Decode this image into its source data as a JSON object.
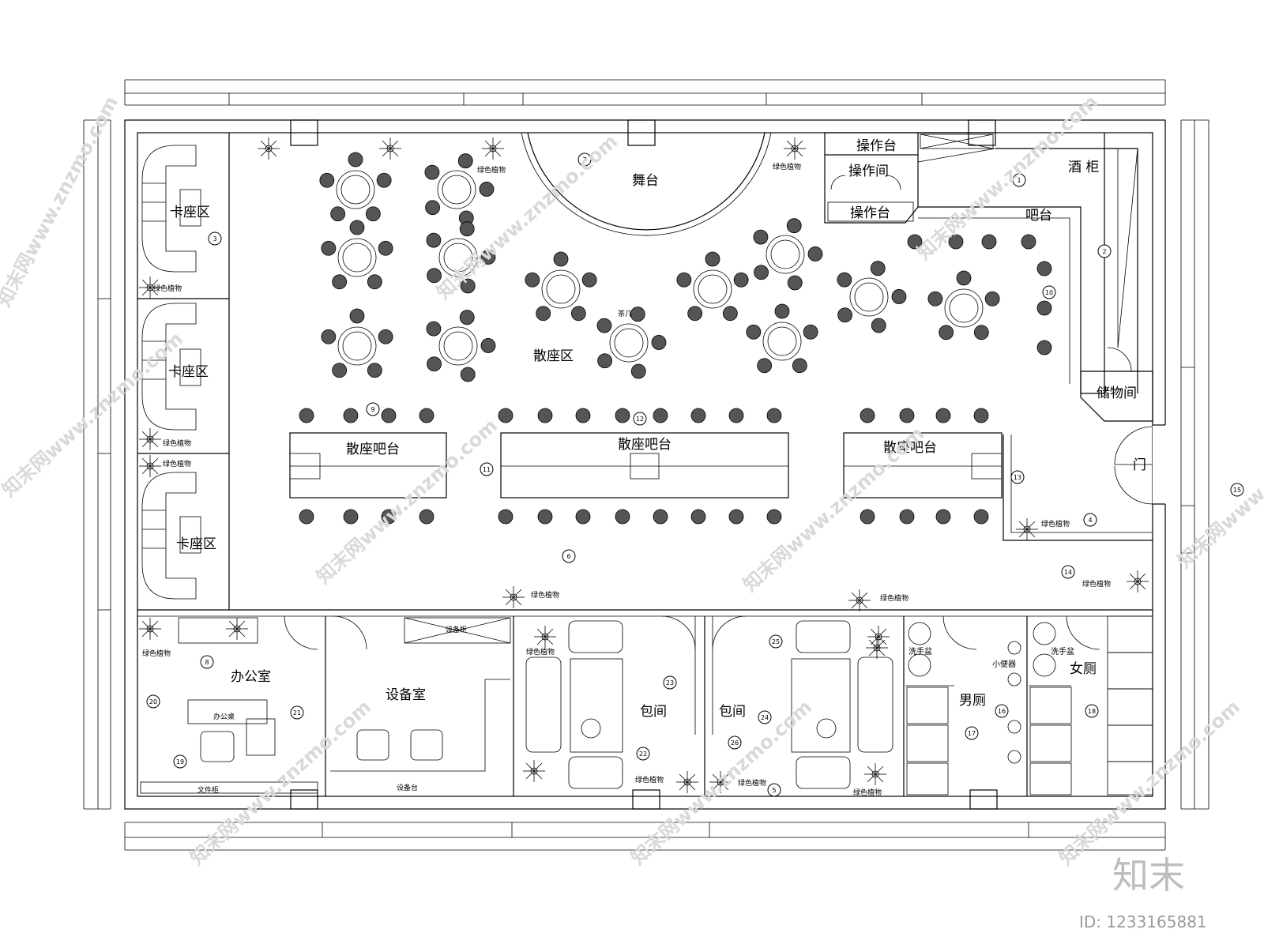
{
  "rooms": {
    "booth": "卡座区",
    "stage": "舞台",
    "operation_counter": "操作台",
    "operation_room": "操作间",
    "wine_cabinet": "酒  柜",
    "bar_counter": "吧台",
    "storage": "储物间",
    "seating_area": "散座区",
    "seating_bar": "散座吧台",
    "door": "门",
    "office": "办公室",
    "equipment_room": "设备室",
    "equipment_counter": "设备台",
    "private_room": "包间",
    "mens_toilet": "男厕",
    "womens_toilet": "女厕",
    "sink": "洗手盆",
    "urinal": "小便器",
    "plant": "绿色植物",
    "office_desk": "办公桌",
    "tea_table": "茶几",
    "file_cabinet": "文件柜",
    "equipment_cabinet": "设备柜"
  },
  "markers": [
    "1",
    "2",
    "3",
    "4",
    "5",
    "6",
    "7",
    "8",
    "9",
    "10",
    "11",
    "12",
    "13",
    "14",
    "15",
    "16",
    "17",
    "18",
    "19",
    "20",
    "21",
    "22",
    "23",
    "24",
    "25",
    "26"
  ],
  "watermark": {
    "site": "知末网www.znzmo.com",
    "brand": "知末",
    "id": "ID: 1233165881"
  }
}
